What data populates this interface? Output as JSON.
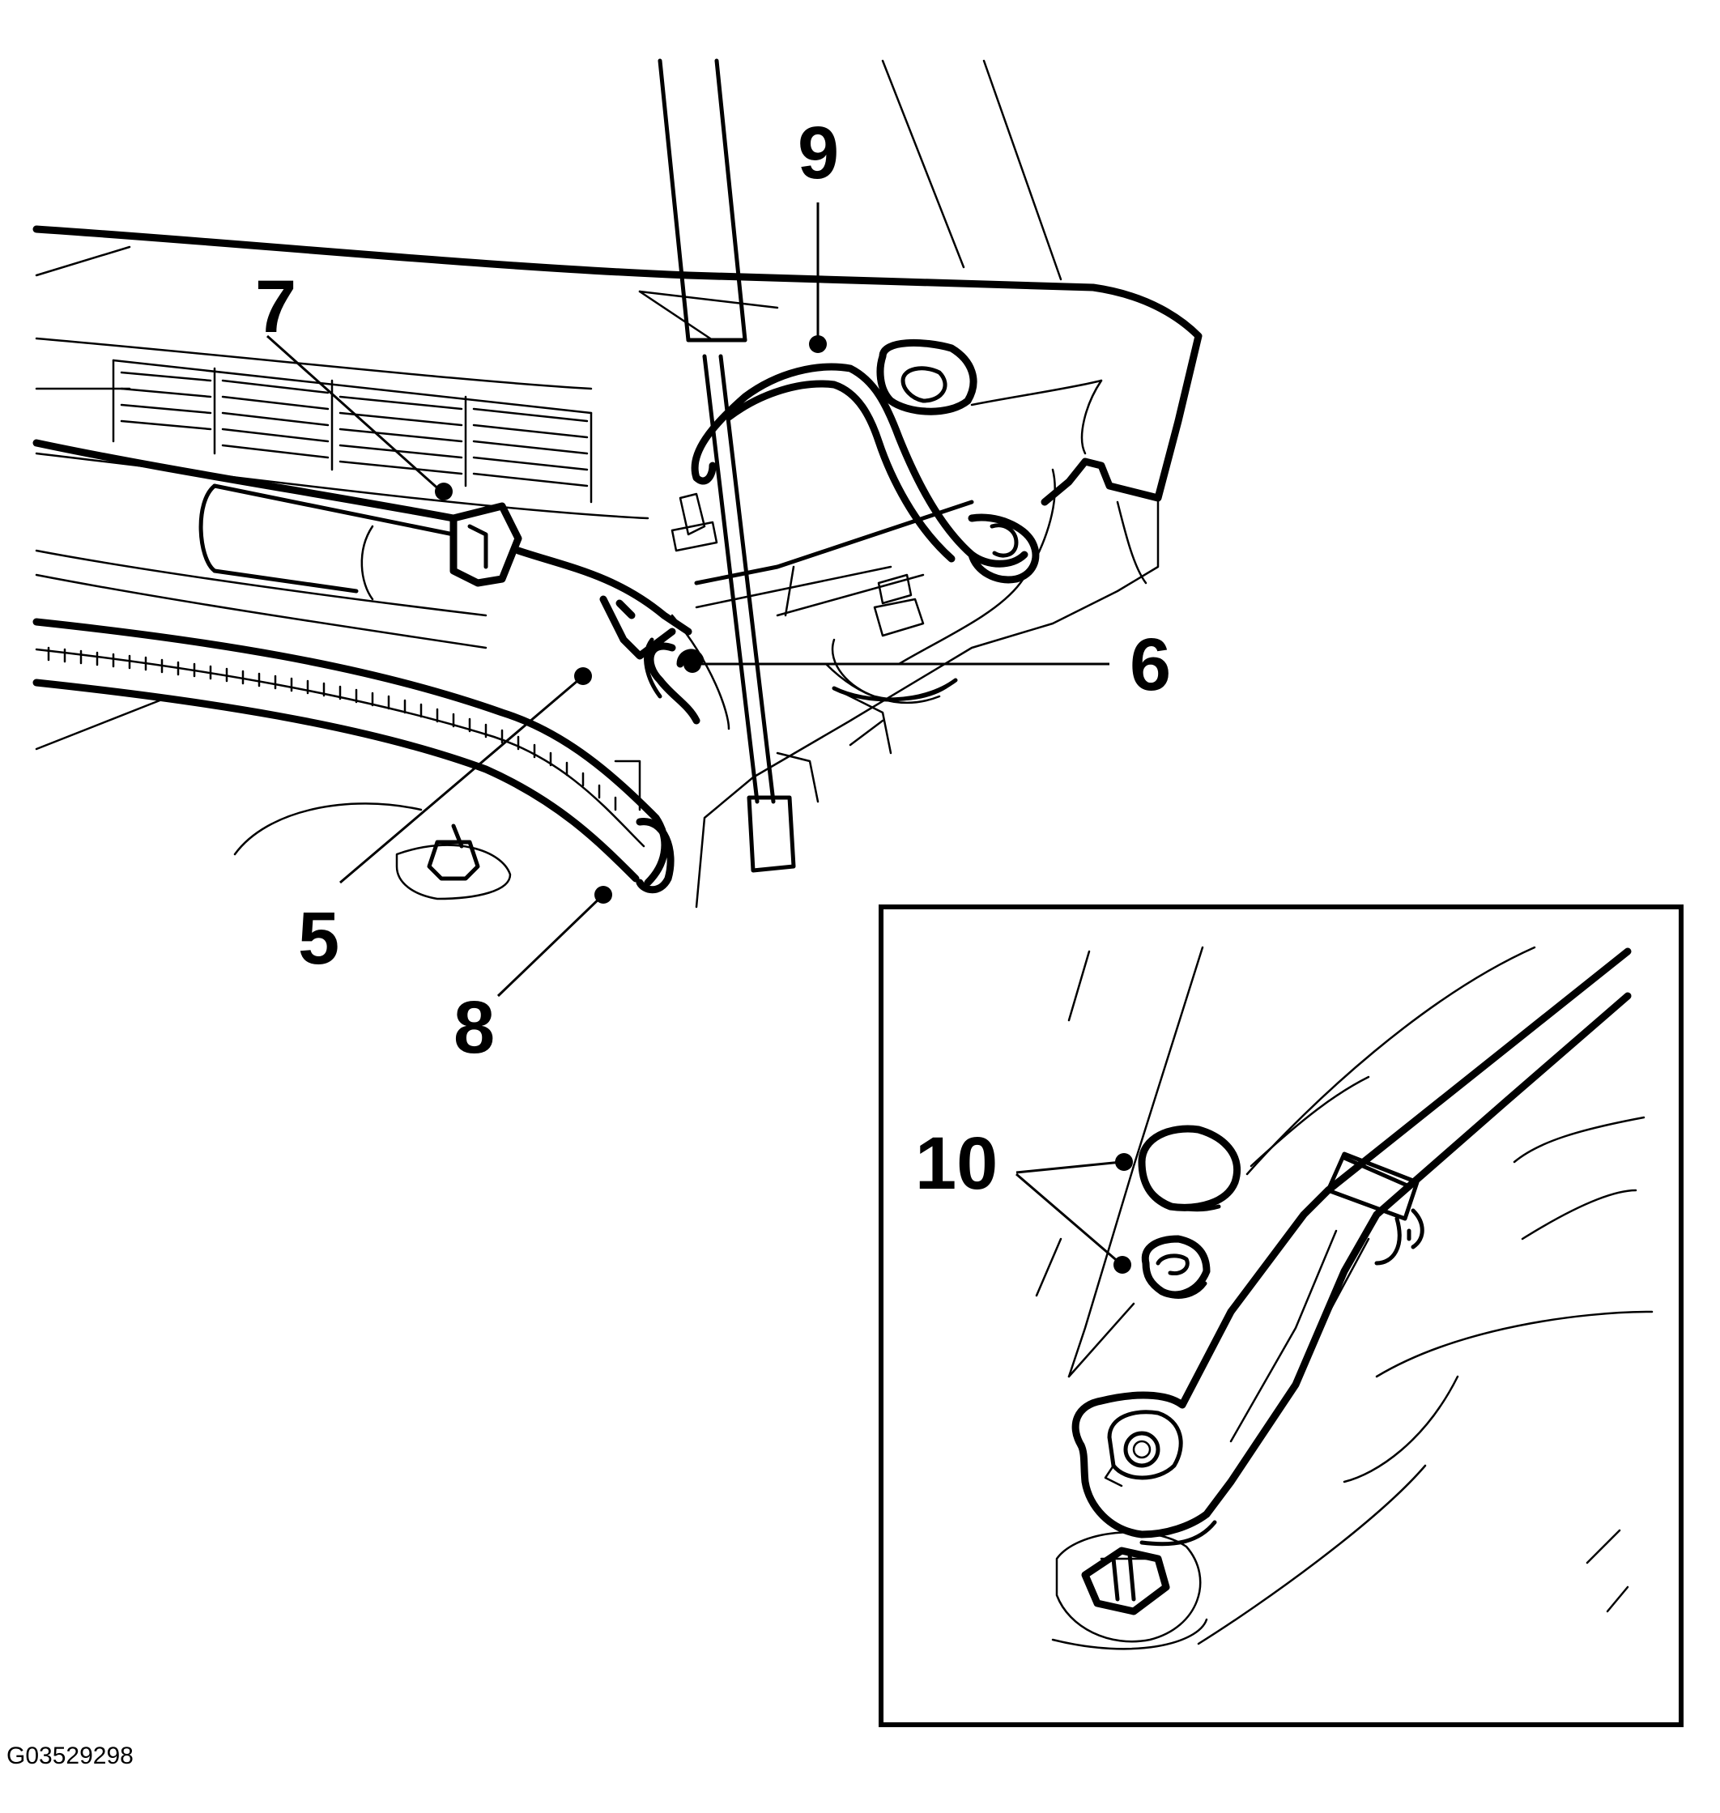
{
  "callouts": {
    "c5": "5",
    "c6": "6",
    "c7": "7",
    "c8": "8",
    "c9": "9",
    "c10": "10"
  },
  "figure_id": "G03529298",
  "colors": {
    "line": "#000000",
    "background": "#ffffff"
  }
}
